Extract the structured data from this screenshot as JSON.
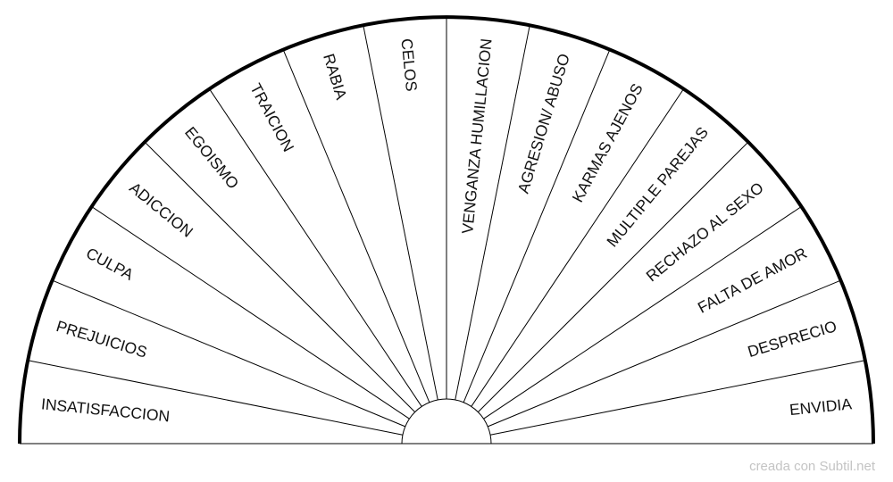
{
  "chart_data": {
    "type": "pie",
    "segments": [
      "INSATISFACCION",
      "PREJUICIOS",
      "CULPA",
      "ADICCION",
      "EGOISMO",
      "TRAICION",
      "RABIA",
      "CELOS",
      "VENGANZA HUMILLACION",
      "AGRESION/ ABUSO",
      "KARMAS AJENOS",
      "MULTIPLE PAREJAS",
      "RECHAZO AL SEXO",
      "FALTA DE AMOR",
      "DESPRECIO",
      "ENVIDIA"
    ]
  },
  "colors": {
    "line": "#000000",
    "text": "#111111",
    "credit": "#c4c4c4"
  },
  "footer": {
    "credit": "creada con Subtil.net"
  }
}
